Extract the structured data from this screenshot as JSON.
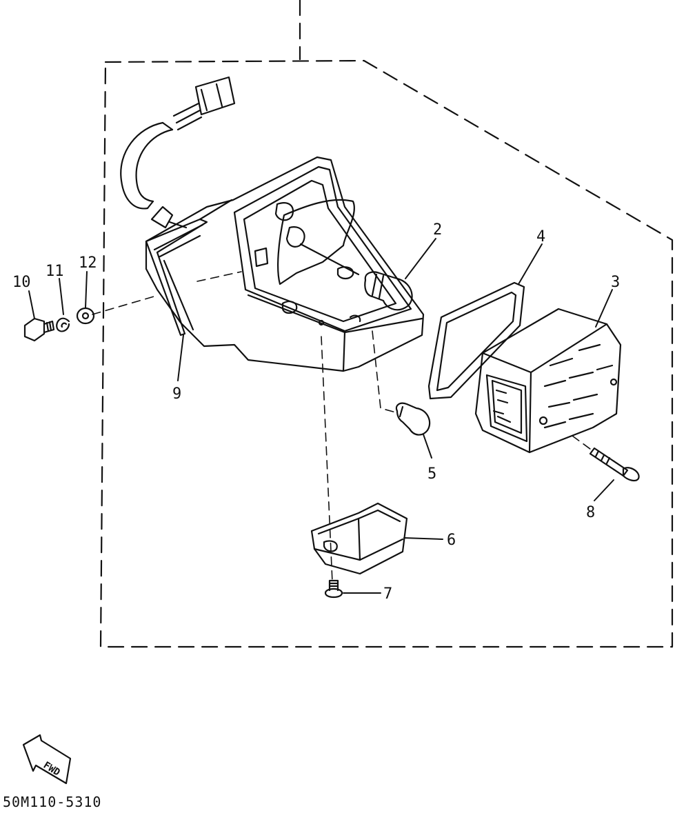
{
  "diagram": {
    "callouts": [
      {
        "id": "2",
        "text": "2"
      },
      {
        "id": "3",
        "text": "3"
      },
      {
        "id": "4",
        "text": "4"
      },
      {
        "id": "5",
        "text": "5"
      },
      {
        "id": "6",
        "text": "6"
      },
      {
        "id": "7",
        "text": "7"
      },
      {
        "id": "8",
        "text": "8"
      },
      {
        "id": "9",
        "text": "9"
      },
      {
        "id": "10",
        "text": "10"
      },
      {
        "id": "11",
        "text": "11"
      },
      {
        "id": "12",
        "text": "12"
      }
    ],
    "fwd_label": "FWD",
    "diagram_code": "50M110-5310"
  },
  "colors": {
    "ink": "#111111",
    "paper": "#ffffff"
  }
}
